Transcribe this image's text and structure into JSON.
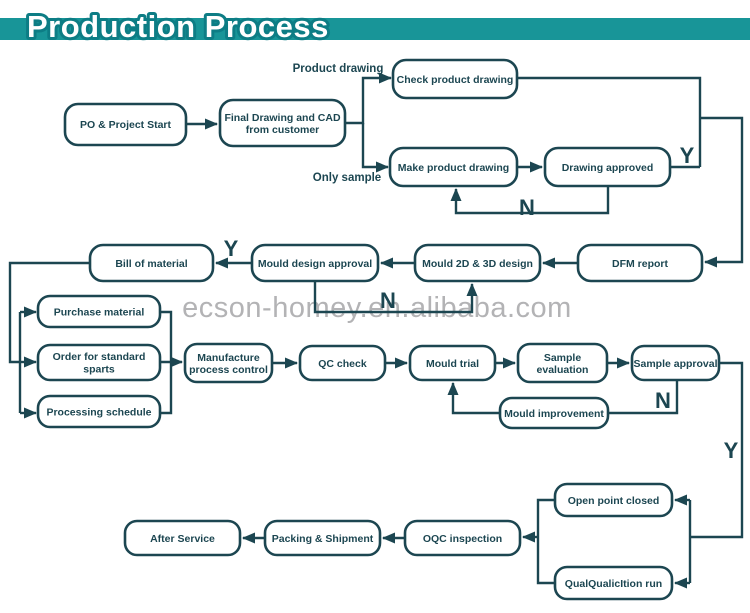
{
  "header": {
    "title": "Production Process",
    "band_color": "#189598",
    "title_outline_color": "#0d7d85"
  },
  "watermark": {
    "text": "ecson-homey.en.alibaba.com",
    "color": "#b3b3b5"
  },
  "colors": {
    "line": "#1c4651",
    "box_fill": "#ffffff"
  },
  "nodes": {
    "po_project_start": {
      "label": "PO & Project Start"
    },
    "final_drawing": {
      "line1": "Final Drawing and CAD",
      "line2": "from customer"
    },
    "check_product_drawing": {
      "label": "Check product drawing"
    },
    "make_product_drawing": {
      "label": "Make product drawing"
    },
    "drawing_approved": {
      "label": "Drawing approved"
    },
    "dfm_report": {
      "label": "DFM report"
    },
    "mould_2d3d": {
      "label": "Mould 2D & 3D design"
    },
    "mould_design_approval": {
      "label": "Mould design approval"
    },
    "bill_of_material": {
      "label": "Bill of material"
    },
    "purchase_material": {
      "label": "Purchase material"
    },
    "order_standard": {
      "line1": "Order for standard",
      "line2": "sparts"
    },
    "processing_schedule": {
      "label": "Processing schedule"
    },
    "manufacture": {
      "line1": "Manufacture",
      "line2": "process control"
    },
    "qc_check": {
      "label": "QC check"
    },
    "mould_trial": {
      "label": "Mould trial"
    },
    "sample_evaluation": {
      "line1": "Sample",
      "line2": "evaluation"
    },
    "sample_approval": {
      "label": "Sample approval"
    },
    "mould_improvement": {
      "label": "Mould improvement"
    },
    "open_point_closed": {
      "label": "Open point closed"
    },
    "qualification_run": {
      "label": "QualQualicItion run"
    },
    "oqc_inspection": {
      "label": "OQC inspection"
    },
    "packing_shipment": {
      "label": "Packing & Shipment"
    },
    "after_service": {
      "label": "After Service"
    }
  },
  "edge_labels": {
    "product_drawing": "Product drawing",
    "only_sample": "Only sample",
    "y_drawing_approved": "Y",
    "n_drawing_approved": "N",
    "y_mould_design": "Y",
    "n_mould_design": "N",
    "n_sample_approval": "N",
    "y_sample_approval": "Y"
  }
}
